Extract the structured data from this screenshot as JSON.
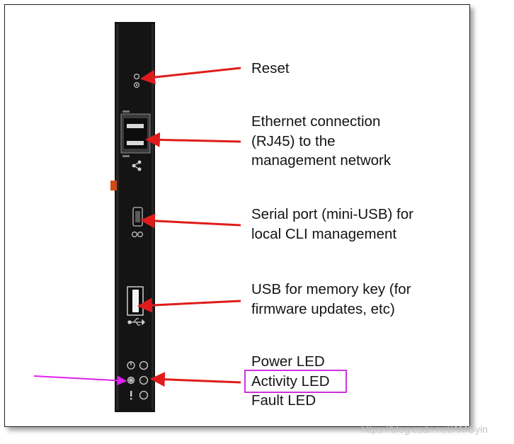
{
  "labels": {
    "reset": "Reset",
    "ethernet": [
      "Ethernet connection",
      "(RJ45) to the",
      "management network"
    ],
    "serial": [
      "Serial port (mini-USB) for",
      "local CLI management"
    ],
    "usb": [
      "USB for memory key (for",
      "firmware updates, etc)"
    ],
    "power_led": "Power LED",
    "activity_led": "Activity LED",
    "fault_led": "Fault LED"
  },
  "watermark": "https://blog.csdn.net/AMGyin",
  "colors": {
    "arrow": "#e01b1b",
    "highlight": "#cc33dd",
    "panel": "#141414",
    "accent_tab": "#d24a14"
  },
  "icons": [
    "reset-icon",
    "network-icon",
    "serial-icon",
    "usb-icon",
    "power-icon",
    "activity-icon",
    "fault-icon"
  ]
}
